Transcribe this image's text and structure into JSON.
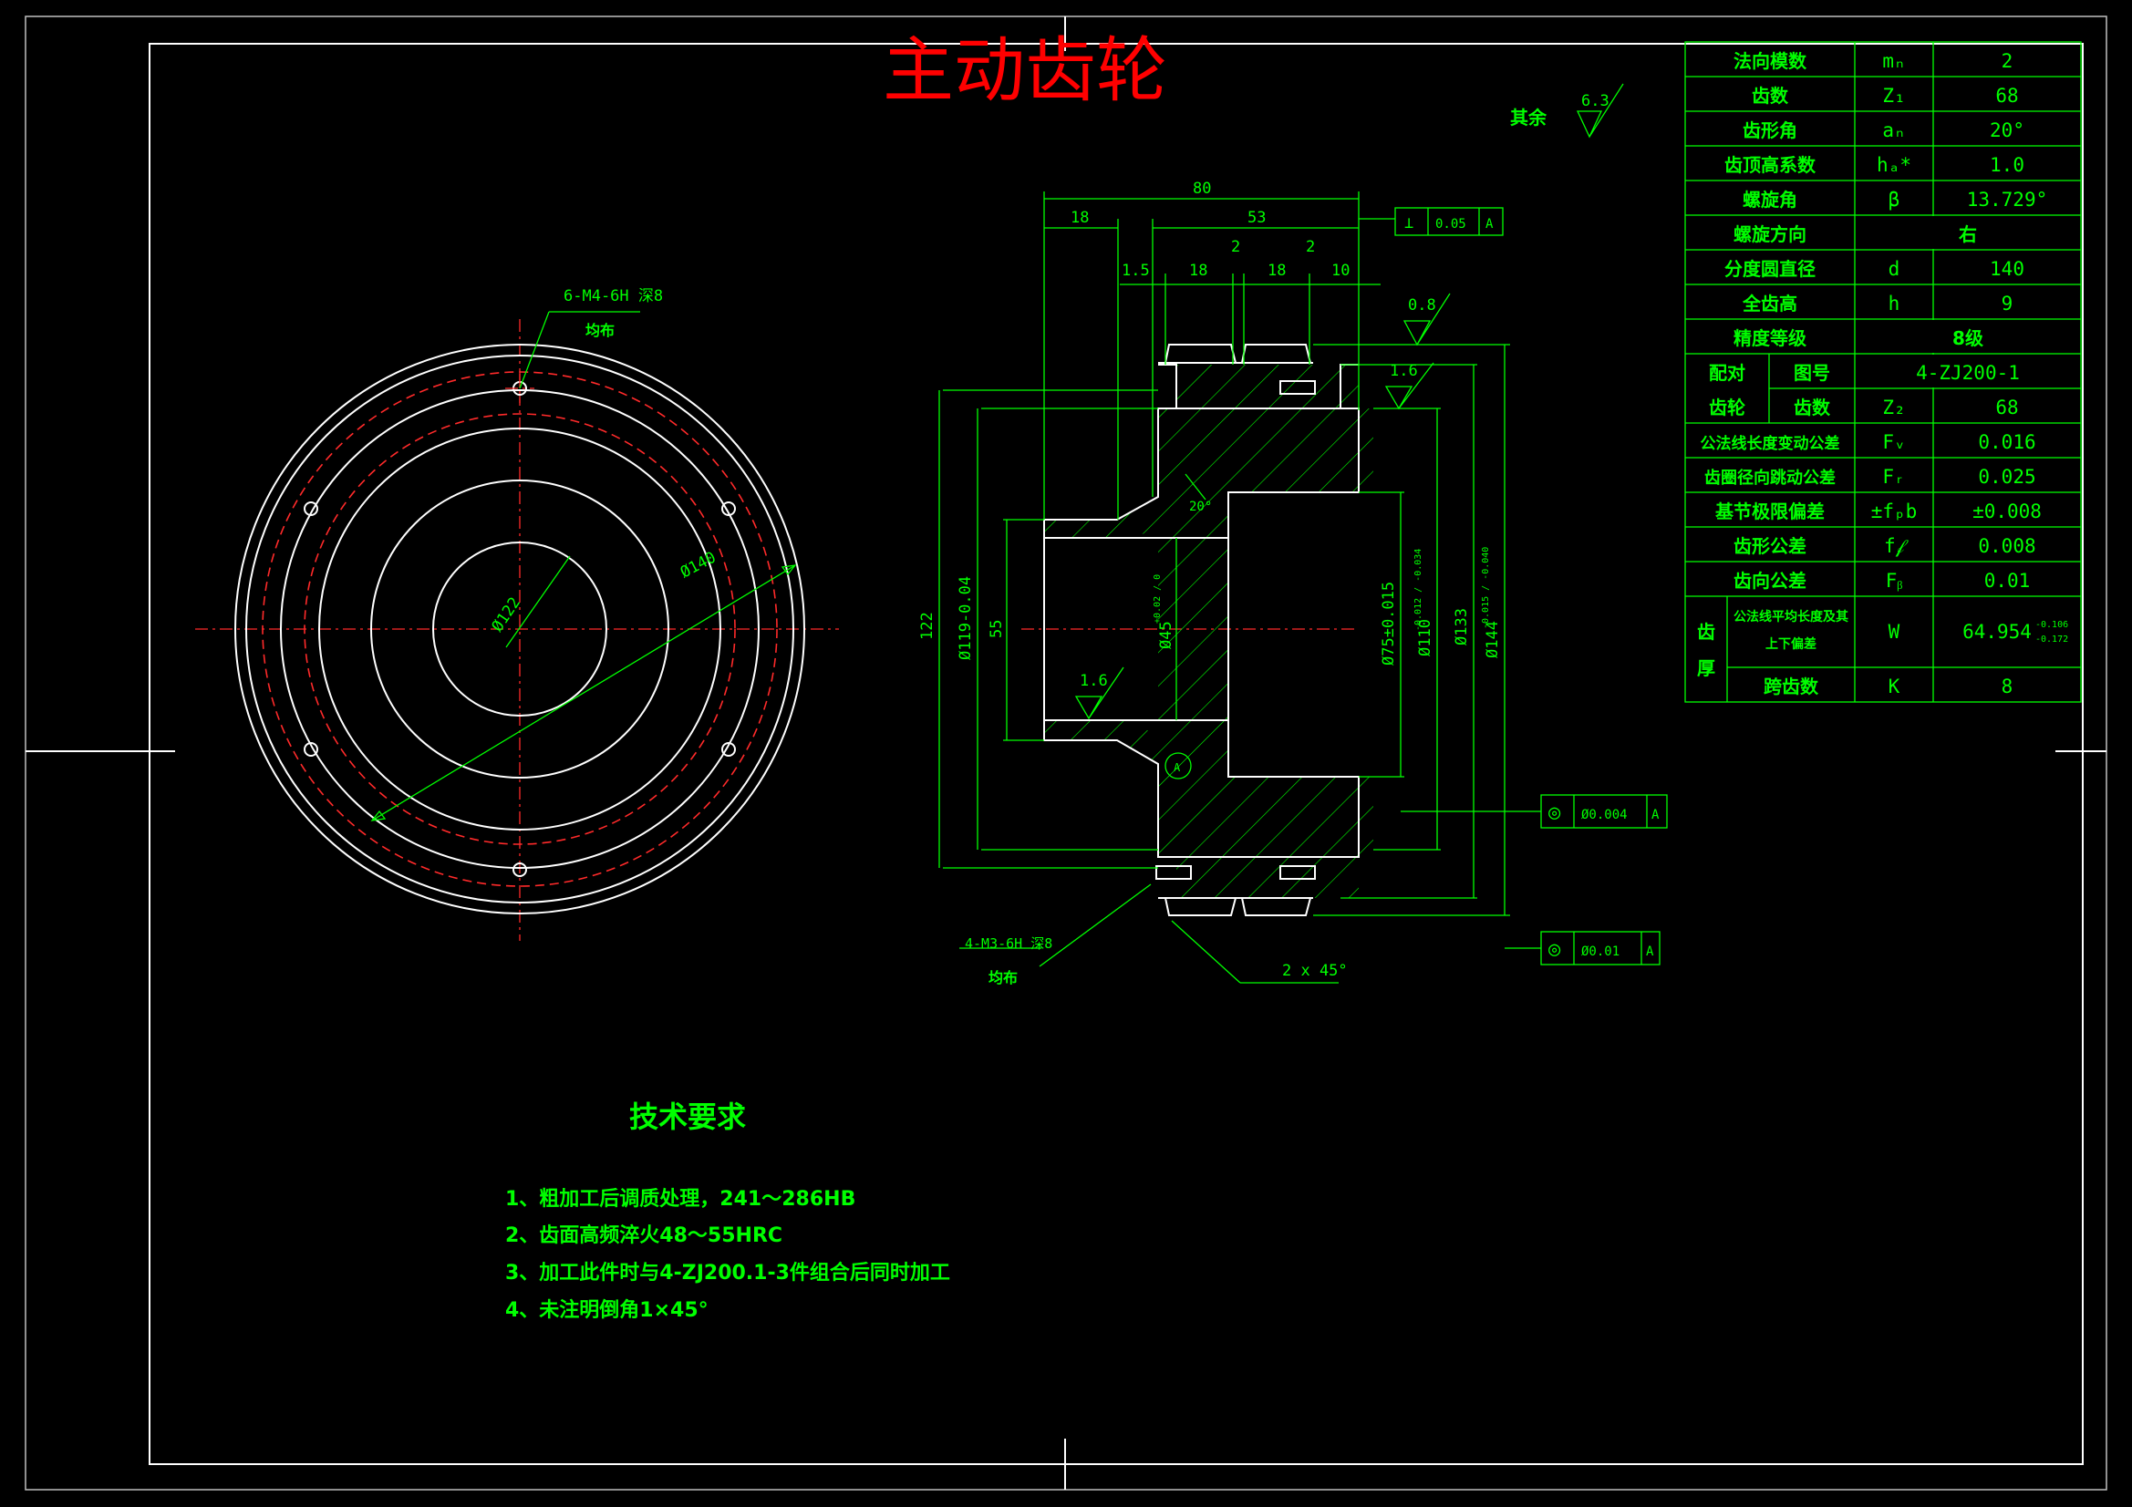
{
  "title": "主动齿轮",
  "roughness_other": {
    "label": "其余",
    "value": "6.3"
  },
  "params": [
    {
      "name": "法向模数",
      "symbol": "mₙ",
      "value": "2"
    },
    {
      "name": "齿数",
      "symbol": "Z₁",
      "value": "68"
    },
    {
      "name": "齿形角",
      "symbol": "aₙ",
      "value": "20°"
    },
    {
      "name": "齿顶高系数",
      "symbol": "hₐ*",
      "value": "1.0"
    },
    {
      "name": "螺旋角",
      "symbol": "β",
      "value": "13.729°"
    },
    {
      "name": "螺旋方向",
      "symbol": "",
      "value": "右"
    },
    {
      "name": "分度圆直径",
      "symbol": "d",
      "value": "140"
    },
    {
      "name": "全齿高",
      "symbol": "h",
      "value": "9"
    },
    {
      "name": "精度等级",
      "symbol": "",
      "value": "8级"
    }
  ],
  "mating": {
    "label_top": "配对",
    "label_bottom": "齿轮",
    "rows": [
      {
        "name": "图号",
        "symbol": "",
        "value": "4-ZJ200-1"
      },
      {
        "name": "齿数",
        "symbol": "Z₂",
        "value": "68"
      }
    ]
  },
  "tolerances": [
    {
      "name": "公法线长度变动公差",
      "symbol": "Fᵥ",
      "value": "0.016"
    },
    {
      "name": "齿圈径向跳动公差",
      "symbol": "Fᵣ",
      "value": "0.025"
    },
    {
      "name": "基节极限偏差",
      "symbol": "±fₚb",
      "value": "±0.008"
    },
    {
      "name": "齿形公差",
      "symbol": "f𝒻",
      "value": "0.008"
    },
    {
      "name": "齿向公差",
      "symbol": "Fᵦ",
      "value": "0.01"
    }
  ],
  "thickness": {
    "label_top": "齿",
    "label_bottom": "厚",
    "rows": [
      {
        "name": "公法线平均长度及其上下偏差",
        "symbol": "W",
        "value": "64.954",
        "dev_upper": "-0.106",
        "dev_lower": "-0.172"
      },
      {
        "name": "跨齿数",
        "symbol": "K",
        "value": "8"
      }
    ]
  },
  "front_view": {
    "hole_note_1": "6-M4-6H 深8",
    "hole_note_2": "均布",
    "dia_pitch": "Ø140",
    "dia_inner": "Ø122"
  },
  "section_view": {
    "dims_top": [
      "80",
      "18",
      "53",
      "1.5",
      "18",
      "2",
      "18",
      "2",
      "10"
    ],
    "dims_left": [
      "122",
      "Ø119-0.04",
      "55",
      "Ø45"
    ],
    "bore_tol": "+0.02 / 0",
    "dims_right": [
      "Ø75±0.015",
      "Ø110",
      "Ø133",
      "Ø144"
    ],
    "dia110_tol": "-0.012 / -0.034",
    "dia144_tol": "-0.015 / -0.040",
    "angle": "20°",
    "roughness": [
      "0.8",
      "1.6",
      "1.6"
    ],
    "datum": "A",
    "chamfer": "2 x 45°",
    "hole_note_1": "4-M3-6H 深8",
    "hole_note_2": "均布",
    "gdt_perp": {
      "symbol": "⊥",
      "value": "0.05",
      "datum": "A"
    },
    "gdt_coax1": {
      "symbol": "◎",
      "value": "Ø0.004",
      "datum": "A"
    },
    "gdt_coax2": {
      "symbol": "◎",
      "value": "Ø0.01",
      "datum": "A"
    }
  },
  "requirements": {
    "title": "技术要求",
    "items": [
      "1、粗加工后调质处理，241～286HB",
      "2、齿面高频淬火48～55HRC",
      "3、加工此件时与4-ZJ200.1-3件组合后同时加工",
      "4、未注明倒角1×45°"
    ]
  }
}
